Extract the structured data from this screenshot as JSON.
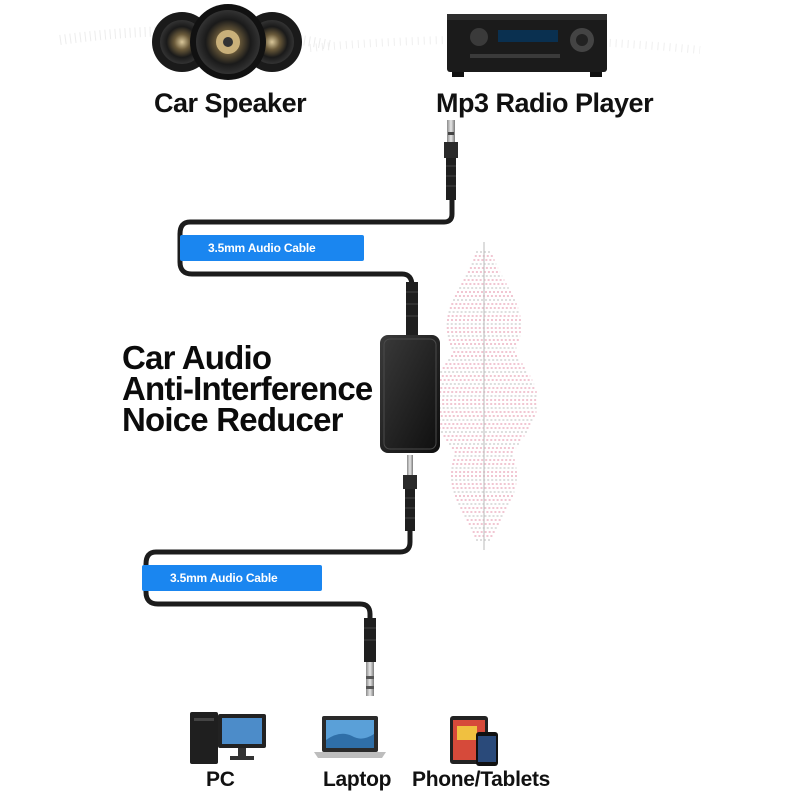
{
  "top_devices": [
    {
      "label": "Car Speaker",
      "icon": "car-speakers-icon"
    },
    {
      "label": "Mp3 Radio Player",
      "icon": "radio-receiver-icon"
    }
  ],
  "title_lines": [
    "Car Audio",
    "Anti-Interference",
    "Noice Reducer"
  ],
  "cable_tags": [
    "3.5mm Audio Cable",
    "3.5mm Audio Cable"
  ],
  "bottom_devices": [
    {
      "label": "PC",
      "icon": "desktop-pc-icon"
    },
    {
      "label": "Laptop",
      "icon": "laptop-icon"
    },
    {
      "label": "Phone/Tablets",
      "icon": "phone-tablet-icon"
    }
  ],
  "colors": {
    "tag_blue": "#1a86f0",
    "cable": "#1c1c1c",
    "waveform_pink": "#e8a0b4",
    "waveform_gray": "#c8c8c8"
  }
}
